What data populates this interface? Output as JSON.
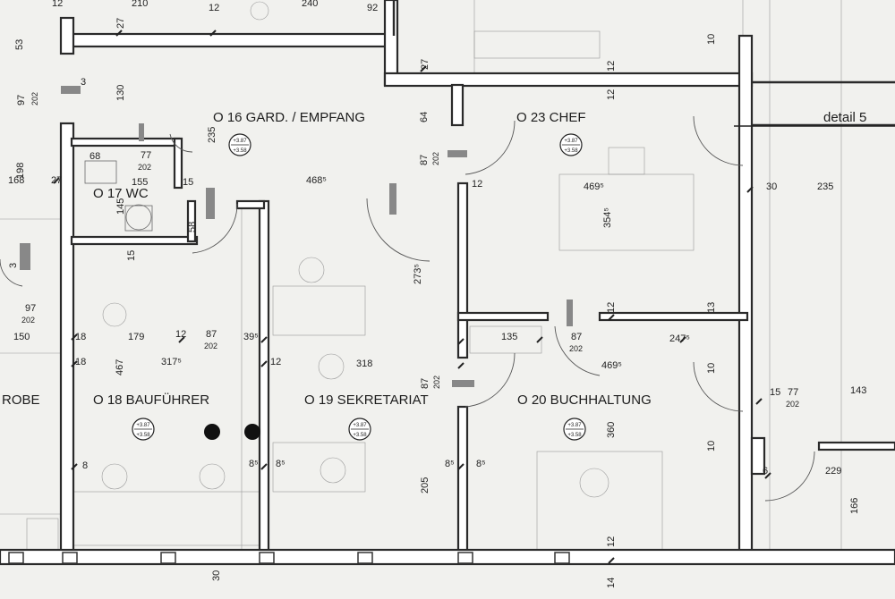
{
  "rooms": [
    {
      "id": "016",
      "name": "O 16  GARD. / EMPFANG"
    },
    {
      "id": "017",
      "name": "O 17 WC"
    },
    {
      "id": "018",
      "name": "O 18  BAUFÜHRER"
    },
    {
      "id": "019",
      "name": "O 19  SEKRETARIAT"
    },
    {
      "id": "020",
      "name": "O 20  BUCHHALTUNG"
    },
    {
      "id": "023",
      "name": "O 23  CHEF"
    },
    {
      "id": "robe",
      "name": "ROBE"
    }
  ],
  "detail_label": "detail  5",
  "level_badge": {
    "top": "+3.87",
    "bottom": "+3.58"
  },
  "dimensions": {
    "d210": "210",
    "d240": "240",
    "d53": "53",
    "d97a": "97",
    "d202a": "202",
    "d130": "130",
    "d235a": "235",
    "d64": "64",
    "d87a": "87",
    "d202b": "202",
    "d12a": "12",
    "d27a": "27",
    "d27b": "27",
    "d92": "92",
    "d12b": "12",
    "d198": "198",
    "d168": "168",
    "d27c": "27",
    "d68": "68",
    "d77a": "77",
    "d202c": "202",
    "d155": "155",
    "d15a": "15",
    "d145": "145",
    "d15b": "15",
    "d58": "58",
    "d4685": "468⁵",
    "d4695a": "469⁵",
    "d3545": "354⁵",
    "d30": "30",
    "d235b": "235",
    "d2735": "273⁵",
    "d12c": "12",
    "d97b": "97",
    "d202d": "202",
    "d150": "150",
    "d18a": "18",
    "d179": "179",
    "d12d": "12",
    "d87b": "87",
    "d202e": "202",
    "d395": "39⁵",
    "d18b": "18",
    "d467": "467",
    "d3175": "317⁵",
    "d12e": "12",
    "d318": "318",
    "d87c": "87",
    "d202f": "202",
    "d135": "135",
    "d87d": "87",
    "d202g": "202",
    "d4695b": "469⁵",
    "d2475": "247⁵",
    "d13": "13",
    "d12f": "12",
    "d10a": "10",
    "d15c": "15",
    "d77b": "77",
    "d202h": "202",
    "d143": "143",
    "d360": "360",
    "d10b": "10",
    "d6": "6",
    "d229": "229",
    "d166": "166",
    "d205": "205",
    "d85a": "8⁵",
    "d85b": "8⁵",
    "d85c": "8⁵",
    "d85d": "8⁵",
    "d8": "8",
    "d12g": "12",
    "d30b": "30",
    "d14": "14",
    "d3a": "3",
    "d3b": "3",
    "d12h": "12",
    "d10c": "10",
    "d12i": "12"
  }
}
